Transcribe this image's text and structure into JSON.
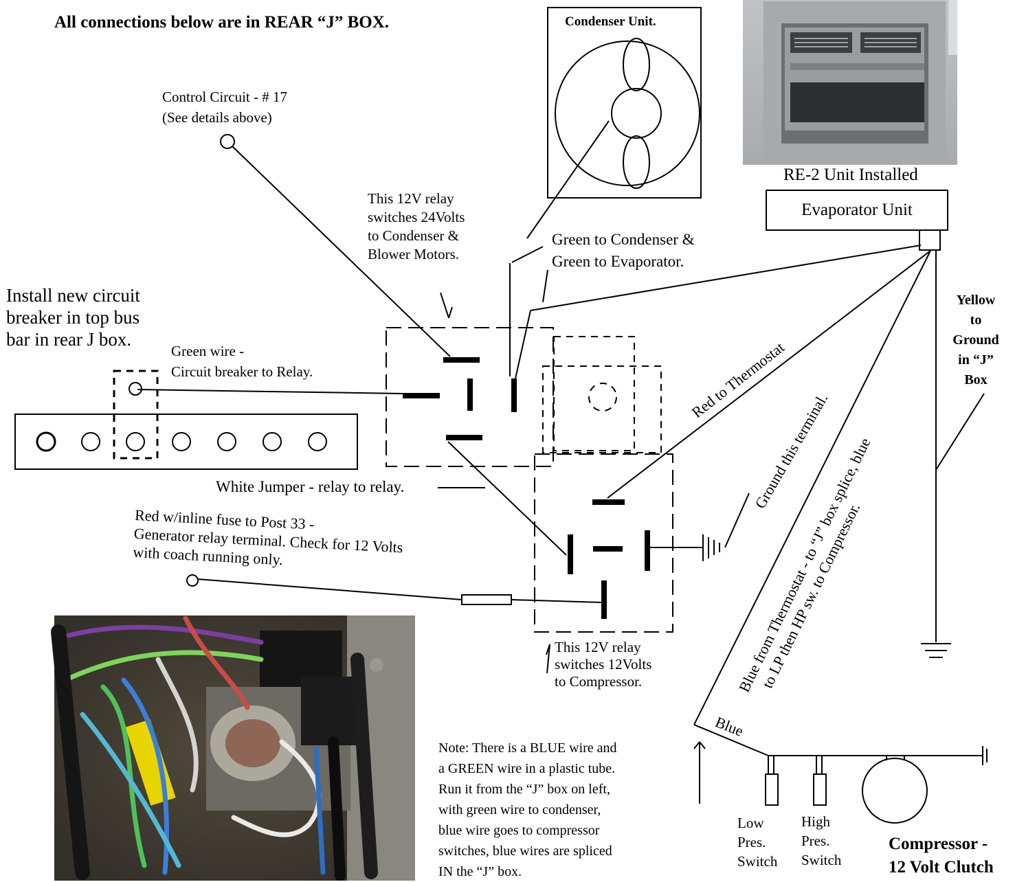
{
  "header": {
    "title": "All connections below are in REAR “J” BOX."
  },
  "labels": {
    "condenser_unit": "Condenser Unit.",
    "re2_installed": "RE-2 Unit Installed",
    "evaporator_unit": "Evaporator Unit",
    "control_circuit": [
      "Control Circuit - # 17",
      "(See details above)"
    ],
    "relay1_note": [
      "This 12V relay",
      "switches 24Volts",
      "to Condenser &",
      "Blower Motors."
    ],
    "green_condenser": [
      "Green to Condenser &",
      "Green to Evaporator."
    ],
    "install_breaker": [
      "Install new circuit",
      "breaker in top bus",
      "bar in rear J box."
    ],
    "green_wire": [
      "Green wire -",
      "Circuit breaker to Relay."
    ],
    "yellow_ground": [
      "Yellow",
      "to",
      "Ground",
      "in “J”",
      "Box"
    ],
    "red_thermostat": "Red to Thermostat",
    "ground_terminal": "Ground this terminal.",
    "blue_from_thermostat": [
      "Blue from Thermostat - to “J” box splice, blue",
      "to LP then HP sw. to Compressor."
    ],
    "white_jumper": "White Jumper - relay to relay.",
    "red_inline_fuse": [
      "Red w/inline fuse to Post 33 -",
      "Generator relay terminal. Check for 12 Volts",
      "with coach running only."
    ],
    "relay2_note": [
      "This 12V relay",
      "switches 12Volts",
      "to Compressor."
    ],
    "blue": "Blue",
    "low_pres_switch": [
      "Low",
      "Pres.",
      "Switch"
    ],
    "high_pres_switch": [
      "High",
      "Pres.",
      "Switch"
    ],
    "compressor": [
      "Compressor -",
      "12 Volt Clutch"
    ],
    "note": [
      "Note: There is a BLUE wire and",
      "a GREEN wire in a plastic tube.",
      "Run it from the “J” box on left,",
      "with green wire to condenser,",
      "blue wire goes to compressor",
      "switches, blue wires are spliced",
      "IN the “J” box."
    ]
  }
}
